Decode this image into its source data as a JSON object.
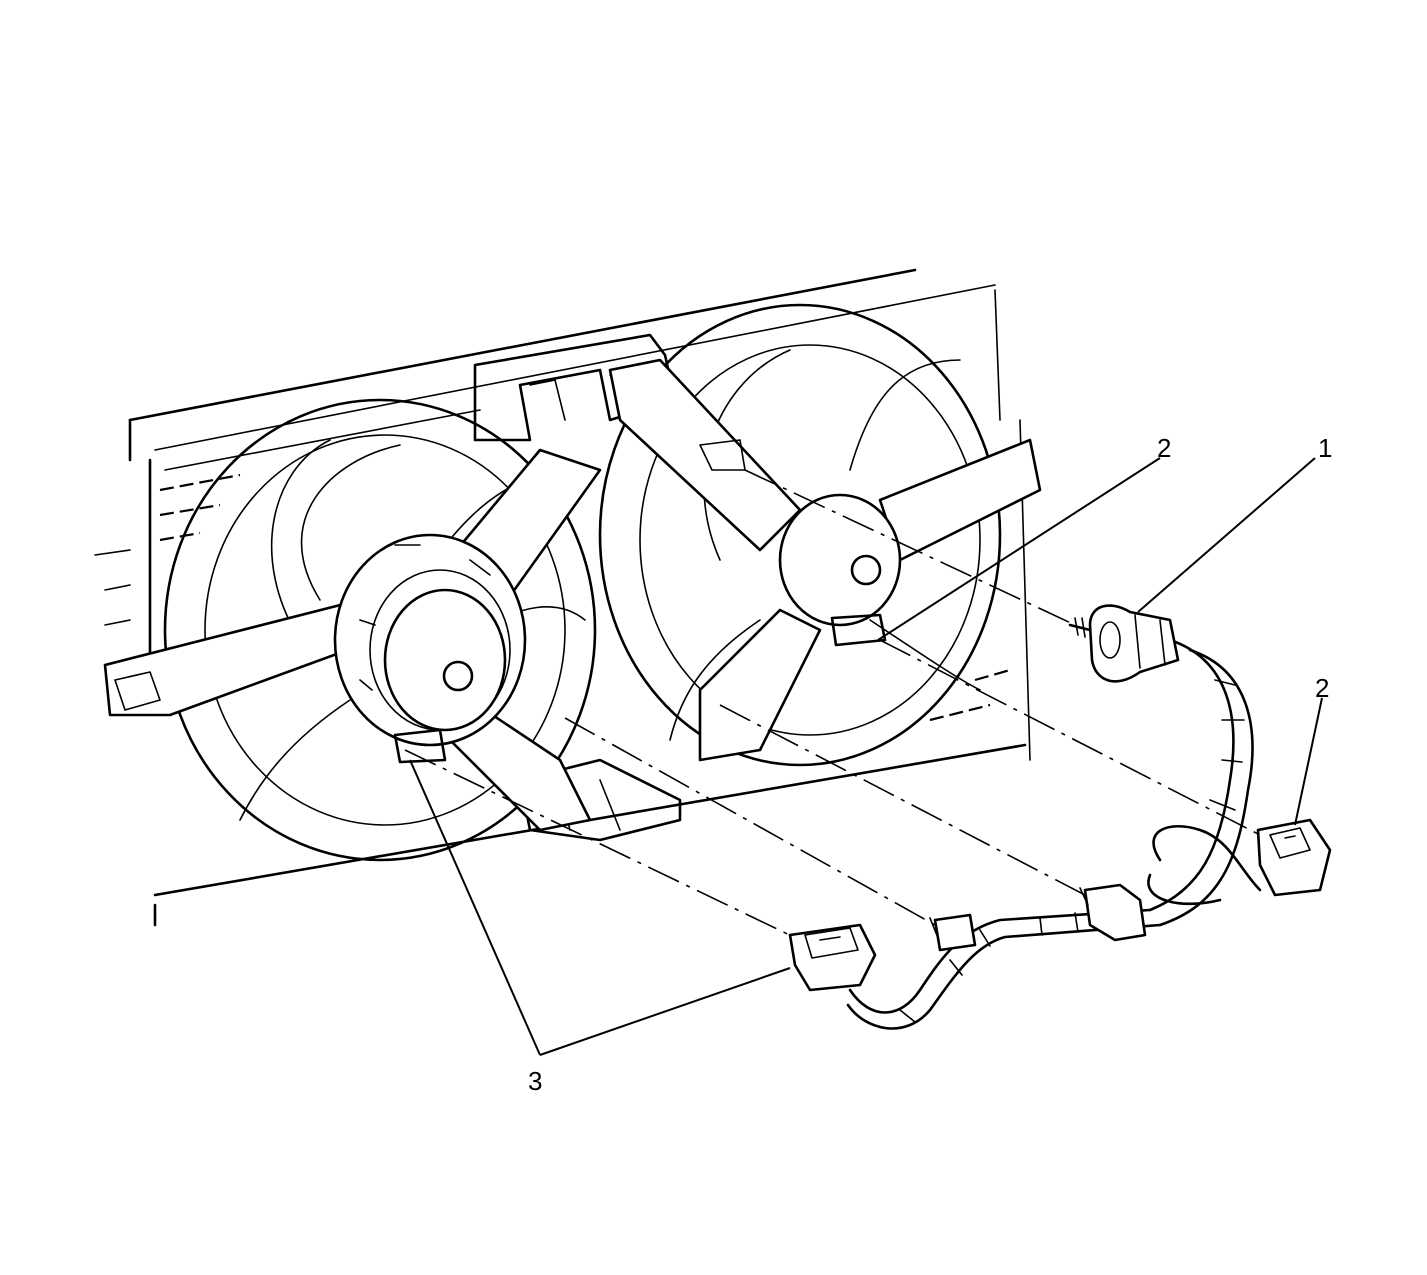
{
  "callouts": [
    {
      "id": "c1",
      "label": "1"
    },
    {
      "id": "c2a",
      "label": "2"
    },
    {
      "id": "c2b",
      "label": "2"
    },
    {
      "id": "c3",
      "label": "3"
    }
  ]
}
